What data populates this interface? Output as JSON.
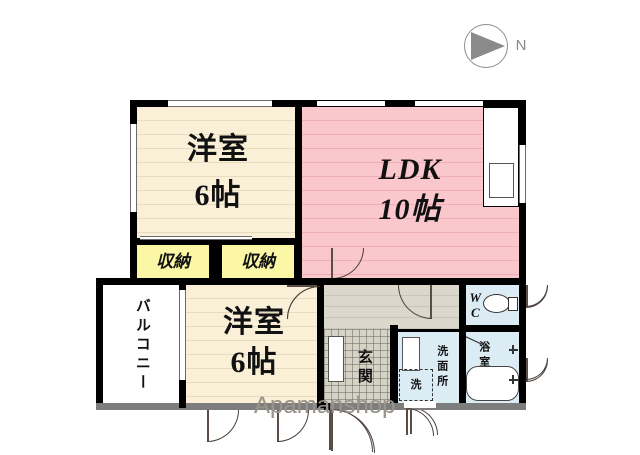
{
  "compass": {
    "label": "N",
    "icon": "north-arrow-icon"
  },
  "watermark": {
    "text": "Apamanshop"
  },
  "rooms": {
    "bedroom_top": {
      "name": "洋室",
      "size": "6帖",
      "fill": "#faf0d8"
    },
    "ldk": {
      "name": "LDK",
      "size": "10帖",
      "fill": "#f9c5cb"
    },
    "bedroom_bottom": {
      "name": "洋室",
      "size": "6帖",
      "fill": "#faf0d8"
    },
    "closet_left": {
      "name": "収納",
      "fill": "#fbf7a4"
    },
    "closet_right": {
      "name": "収納",
      "fill": "#fbf7a4"
    },
    "balcony": {
      "name": "バルコニー",
      "fill": "#ffffff"
    },
    "genkan": {
      "name": "玄関",
      "fill": "#d5d2c6"
    },
    "washroom": {
      "name": "洗面所",
      "fill": "#dcecf5"
    },
    "bath": {
      "name": "浴室",
      "fill": "#dcecf5"
    },
    "toilet": {
      "name": "WC",
      "fill": "#dcecf5"
    },
    "hall": {
      "name": "",
      "fill": "#d8d5c8"
    }
  },
  "fixtures": {
    "washer": {
      "label": "洗"
    },
    "kitchen": {
      "label": ""
    },
    "bathtub": {
      "label": ""
    }
  },
  "colors": {
    "wall": "#000000",
    "cream": "#faf0d8",
    "pink": "#f9c5cb",
    "yellow": "#fbf7a4",
    "blue": "#dcecf5",
    "hall": "#d8d5c8",
    "genkan": "#d5d2c6",
    "watermark": "#9a958c",
    "compass": "#8a8a8a"
  }
}
